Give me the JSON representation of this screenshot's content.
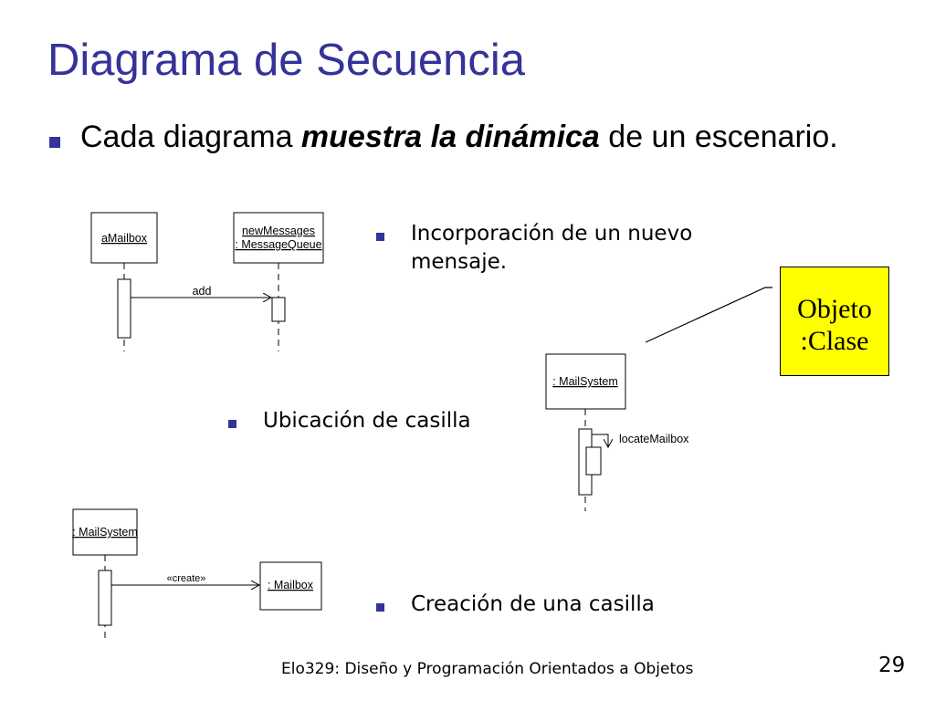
{
  "slide": {
    "title": "Diagrama de Secuencia",
    "main_bullet": {
      "before": "Cada diagrama ",
      "emphasis": "muestra la dinámica",
      "after": " de un escenario."
    },
    "sub_bullets": [
      "Incorporación de un nuevo mensaje.",
      "Ubicación de casilla",
      "Creación de una casilla"
    ],
    "callout": {
      "line1": "Objeto",
      "line2": ":Clase"
    },
    "footer": "Elo329: Diseño y Programación Orientados a Objetos",
    "page_number": "29"
  },
  "diagrams": {
    "add_message": {
      "object_a": "aMailbox",
      "object_b_line1": "newMessages",
      "object_b_line2": ": MessageQueue",
      "message": "add"
    },
    "locate_mailbox": {
      "object": ": MailSystem",
      "message": "locateMailbox"
    },
    "create_mailbox": {
      "object_a": ": MailSystem",
      "object_b": ": Mailbox",
      "message": "«create»"
    }
  }
}
